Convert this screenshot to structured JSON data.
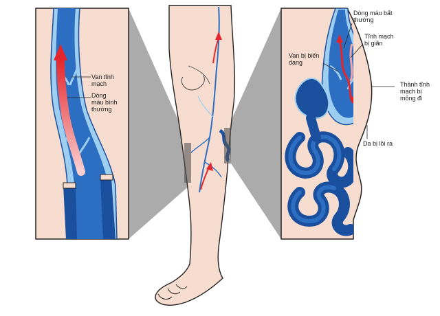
{
  "labels": {
    "left": {
      "valve": [
        "Van tĩnh",
        "mạch"
      ],
      "normal_flow": [
        "Dòng",
        "máu bình",
        "thường"
      ]
    },
    "right": {
      "abnormal_flow": [
        "Dòng máu bất",
        "thường"
      ],
      "dilated_vein": [
        "Tĩnh mạch",
        "bị giãn"
      ],
      "deformed_valve": [
        "Van bị biến",
        "dạng"
      ],
      "thin_wall": [
        "Thành tĩnh",
        "mạch bị",
        "mỏng đi"
      ],
      "bulging_skin": "Da bị lồi ra"
    }
  },
  "colors": {
    "skin": "#f6ddd0",
    "vein_dark": "#1a4f9e",
    "vein_mid": "#2c6fc2",
    "vein_light": "#9fcff0",
    "flow_red": "#e3262b",
    "flow_pink": "#f4a6a6",
    "zoom_gray": "#8f8f8f",
    "outline": "#222222"
  }
}
